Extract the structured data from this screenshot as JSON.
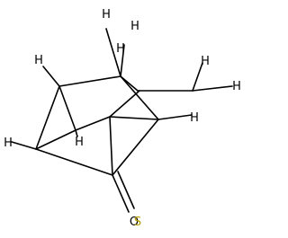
{
  "structure": {
    "atoms": {
      "H_top": "H",
      "H_upper_right_a": "H",
      "H_upper_right_b": "H",
      "H_upper_left": "H",
      "H_right_a": "H",
      "H_right_b": "H",
      "H_methyl": "H",
      "H_left": "H",
      "H_center": "H",
      "O_carbonyl": "O",
      "S_thione": "S"
    }
  },
  "colors": {
    "bond": "#000000",
    "oxygen": "#000000",
    "sulfur": "#b8a000"
  }
}
